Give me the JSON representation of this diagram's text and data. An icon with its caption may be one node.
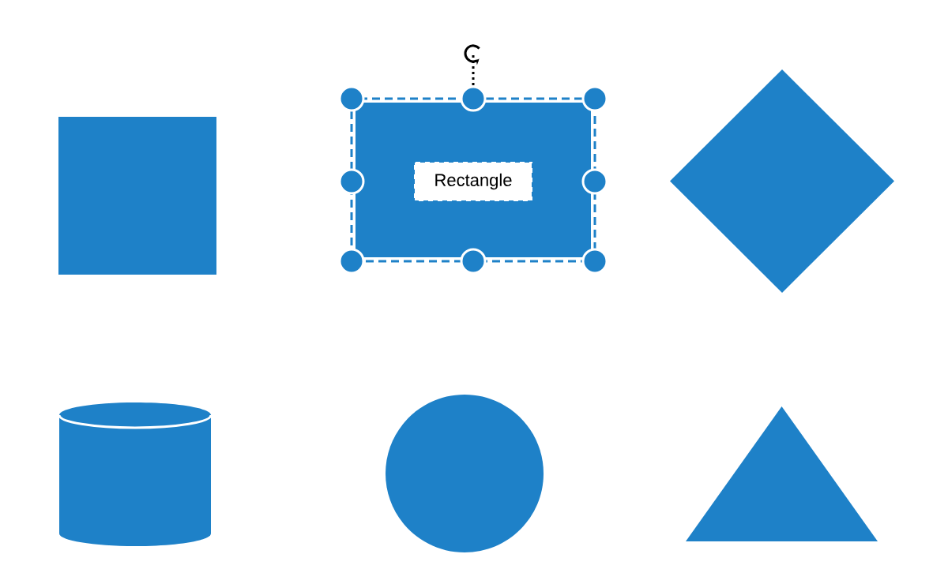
{
  "diagram": {
    "nodes": [
      {
        "text": [],
        "shape": "box"
      },
      {
        "text": [
          "Rectangle"
        ]
      },
      {
        "text": [],
        "shape": "diamond"
      },
      {
        "text": [],
        "shape": "cylinder"
      },
      {
        "text": [],
        "shape": "circle"
      },
      {
        "text": [],
        "shape": "triangle"
      }
    ]
  }
}
